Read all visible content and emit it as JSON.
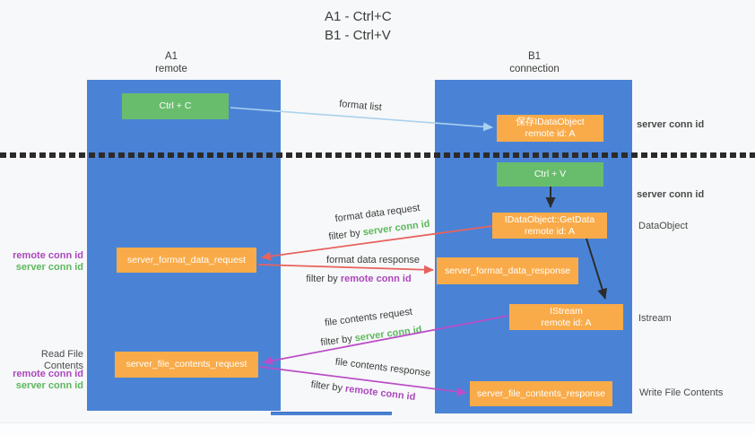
{
  "title": {
    "line1": "A1 - Ctrl+C",
    "line2": "B1 - Ctrl+V"
  },
  "lanes": {
    "a1": {
      "name": "A1",
      "subtitle": "remote"
    },
    "b1": {
      "name": "B1",
      "subtitle": "connection"
    }
  },
  "nodes": {
    "ctrl_c": {
      "label": "Ctrl + C"
    },
    "ctrl_v": {
      "label": "Ctrl + V"
    },
    "save_dataobject": {
      "line1": "保存IDataObject",
      "line2": "remote id: A"
    },
    "getdata": {
      "line1": "IDataObject::GetData",
      "line2": "remote id: A"
    },
    "istream": {
      "line1": "IStream",
      "line2": "remote id: A"
    },
    "server_format_data_request": {
      "label": "server_format_data_request"
    },
    "server_format_data_response": {
      "label": "server_format_data_response"
    },
    "server_file_contents_request": {
      "label": "server_file_contents_request"
    },
    "server_file_contents_response": {
      "label": "server_file_contents_response"
    }
  },
  "edge_labels": {
    "format_list": "format list",
    "format_data_request": "format data request",
    "format_data_response": "format data response",
    "file_contents_request": "file contents request",
    "file_contents_response": "file contents response",
    "filter_by": "filter by",
    "server_conn_id": "server conn id",
    "remote_conn_id": "remote conn id"
  },
  "side_labels": {
    "server_conn_id_top": "server conn id",
    "server_conn_id_mid": "server conn id",
    "dataobject": "DataObject",
    "istream": "Istream",
    "write_file_contents": "Write File Contents",
    "read_file_contents": "Read File Contents",
    "remote_conn_id": "remote conn id",
    "server_conn_id": "server conn id"
  },
  "colors": {
    "lane_blue": "#4a83d6",
    "box_green": "#68bd6c",
    "box_orange": "#f9ab49",
    "text_green": "#5cb85c",
    "text_purple": "#ab47bc",
    "arrow_red": "#e8625f",
    "arrow_magenta": "#bb4ec8",
    "arrow_blue": "#a9d2ee",
    "arrow_black": "#2b2b2b",
    "text_dark": "#3c3c3c"
  }
}
